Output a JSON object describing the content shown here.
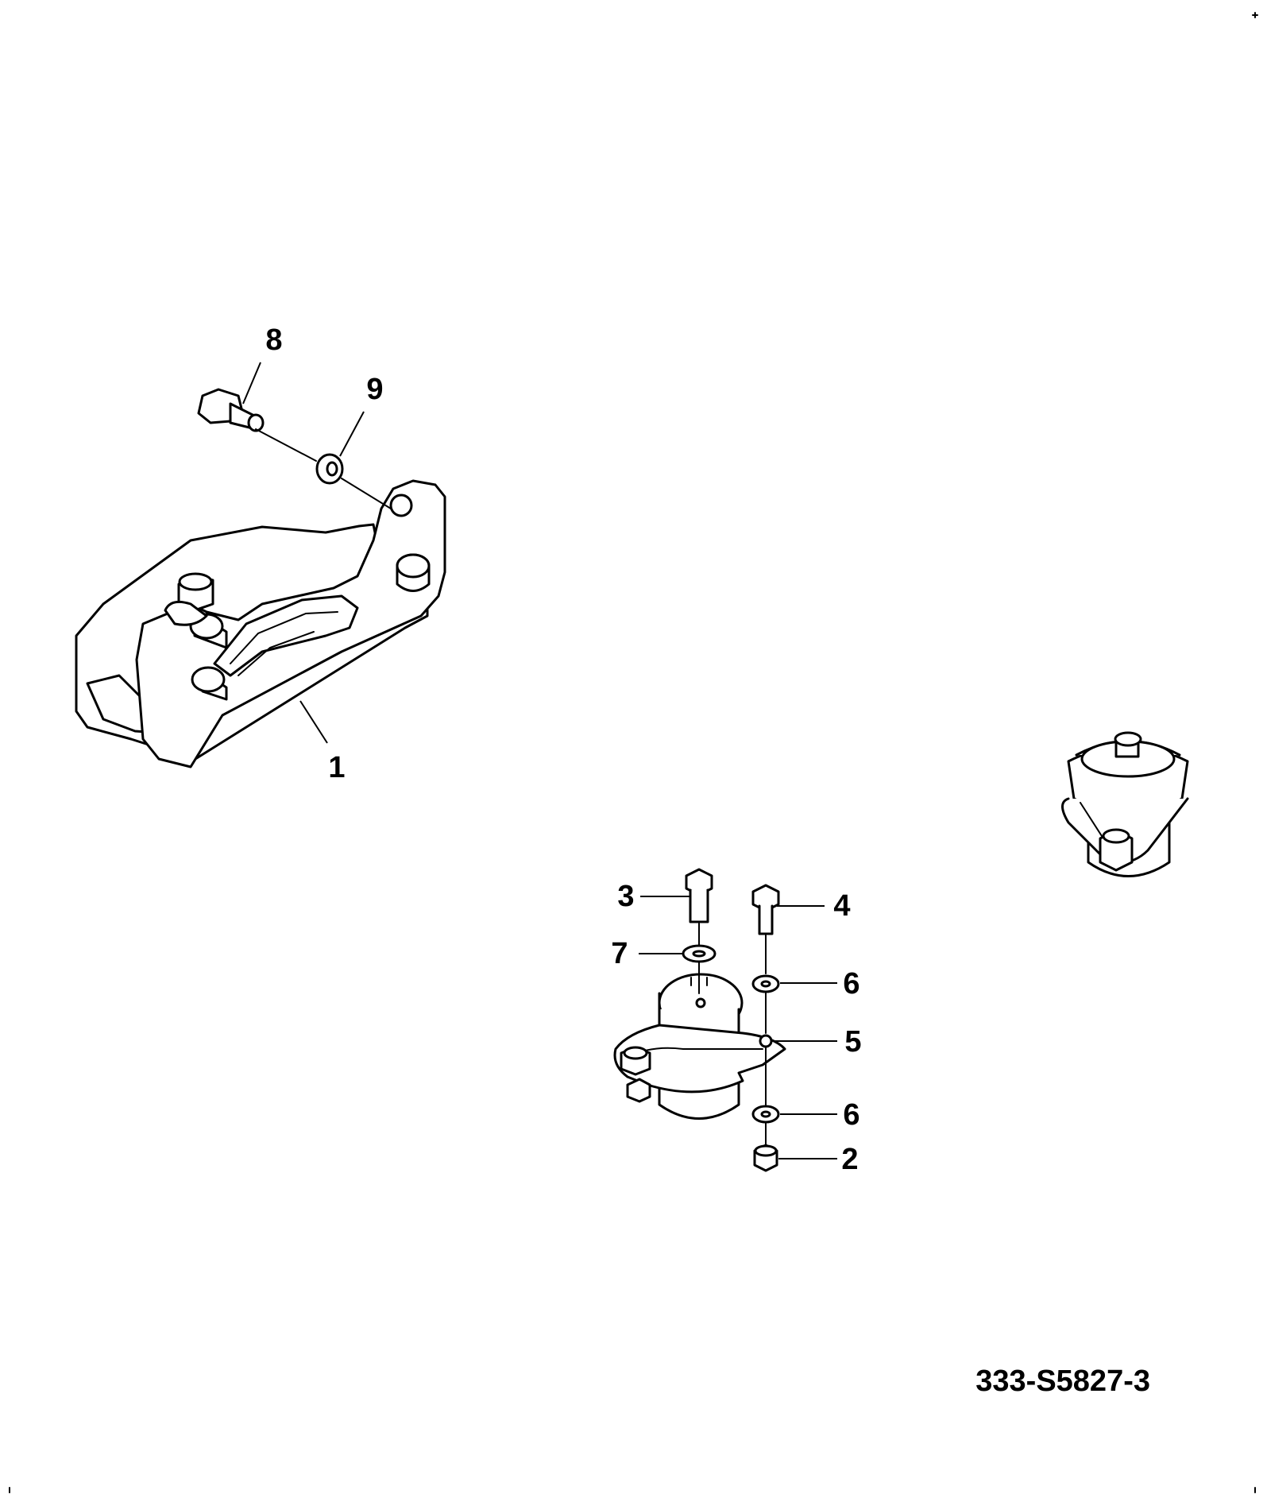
{
  "drawing_code": "333-S5827-3",
  "callouts": {
    "c1": "1",
    "c2": "2",
    "c3": "3",
    "c4": "4",
    "c5": "5",
    "c6a": "6",
    "c6b": "6",
    "c7": "7",
    "c8": "8",
    "c9": "9"
  },
  "colors": {
    "line": "#000000",
    "background": "#ffffff"
  }
}
